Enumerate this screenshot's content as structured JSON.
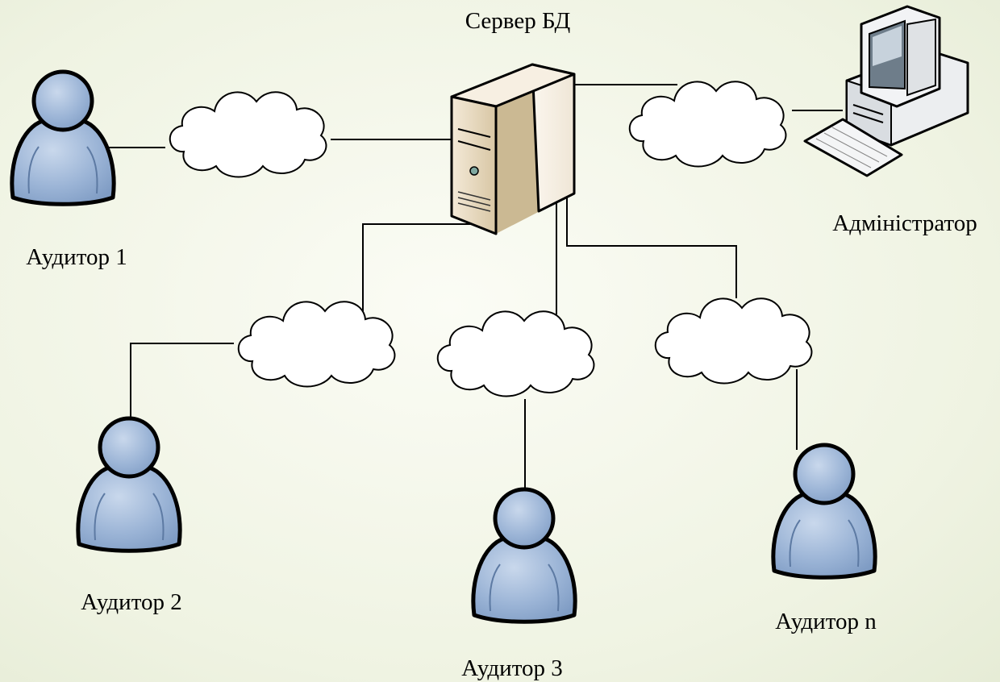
{
  "labels": {
    "server": "Сервер БД",
    "admin": "Адміністратор",
    "auditor1": "Аудитор 1",
    "auditor2": "Аудитор 2",
    "auditor3": "Аудитор 3",
    "auditorN": "Аудитор n"
  },
  "colors": {
    "user_fill": "#9bb4d6",
    "user_outline": "#000000",
    "cloud_fill": "#ffffff",
    "server_fill": "#e9dcc6",
    "background": "#f3f6ea"
  },
  "icons": {
    "server": "server-tower-icon",
    "admin": "desktop-computer-icon",
    "user": "user-icon",
    "network": "cloud-icon"
  }
}
